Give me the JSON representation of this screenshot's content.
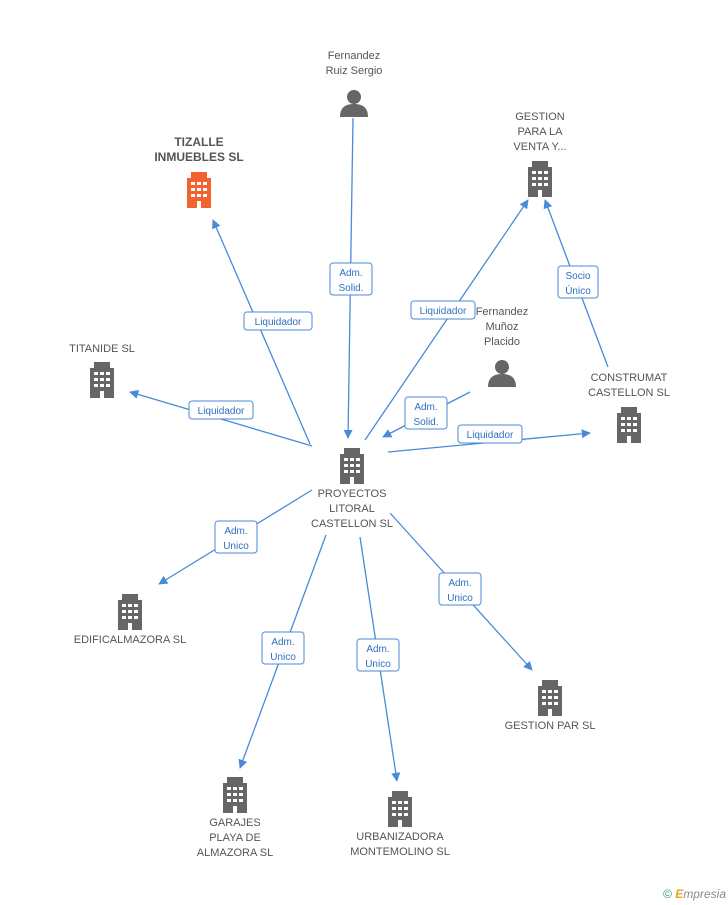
{
  "colors": {
    "company": "#666666",
    "highlight": "#f0622e",
    "person": "#666666",
    "edge": "#4a8ad8"
  },
  "nodes": [
    {
      "id": "center",
      "type": "company",
      "lines": [
        "PROYECTOS",
        "LITORAL",
        "CASTELLON SL"
      ]
    },
    {
      "id": "tizalle",
      "type": "company-highlight",
      "lines": [
        "TIZALLE",
        "INMUEBLES SL"
      ]
    },
    {
      "id": "fernandez_ruiz",
      "type": "person",
      "lines": [
        "Fernandez",
        "Ruiz Sergio"
      ]
    },
    {
      "id": "gestion_venta",
      "type": "company",
      "lines": [
        "GESTION",
        "PARA LA",
        "VENTA Y..."
      ]
    },
    {
      "id": "titanide",
      "type": "company",
      "lines": [
        "TITANIDE SL"
      ]
    },
    {
      "id": "fernandez_munoz",
      "type": "person",
      "lines": [
        "Fernandez",
        "Muñoz",
        "Placido"
      ]
    },
    {
      "id": "construmat",
      "type": "company",
      "lines": [
        "CONSTRUMAT",
        "CASTELLON SL"
      ]
    },
    {
      "id": "edifical",
      "type": "company",
      "lines": [
        "EDIFICALMAZORA SL"
      ]
    },
    {
      "id": "gestion_par",
      "type": "company",
      "lines": [
        "GESTION PAR SL"
      ]
    },
    {
      "id": "garajes",
      "type": "company",
      "lines": [
        "GARAJES",
        "PLAYA DE",
        "ALMAZORA SL"
      ]
    },
    {
      "id": "urbanizadora",
      "type": "company",
      "lines": [
        "URBANIZADORA",
        "MONTEMOLINO SL"
      ]
    }
  ],
  "edges": [
    {
      "id": "e-tizalle",
      "lines": [
        "Liquidador"
      ]
    },
    {
      "id": "e-ruiz",
      "lines": [
        "Adm.",
        "Solid."
      ]
    },
    {
      "id": "e-gestion-venta",
      "lines": [
        "Liquidador"
      ]
    },
    {
      "id": "e-construmat-gestion",
      "lines": [
        "Socio",
        "Único"
      ]
    },
    {
      "id": "e-titanide",
      "lines": [
        "Liquidador"
      ]
    },
    {
      "id": "e-munoz",
      "lines": [
        "Adm.",
        "Solid."
      ]
    },
    {
      "id": "e-construmat",
      "lines": [
        "Liquidador"
      ]
    },
    {
      "id": "e-edifical",
      "lines": [
        "Adm.",
        "Unico"
      ]
    },
    {
      "id": "e-gestion-par",
      "lines": [
        "Adm.",
        "Unico"
      ]
    },
    {
      "id": "e-garajes",
      "lines": [
        "Adm.",
        "Unico"
      ]
    },
    {
      "id": "e-urbanizadora",
      "lines": [
        "Adm.",
        "Unico"
      ]
    }
  ],
  "brand": {
    "copyright": "©",
    "name_initial": "E",
    "name_rest": "mpresia"
  }
}
